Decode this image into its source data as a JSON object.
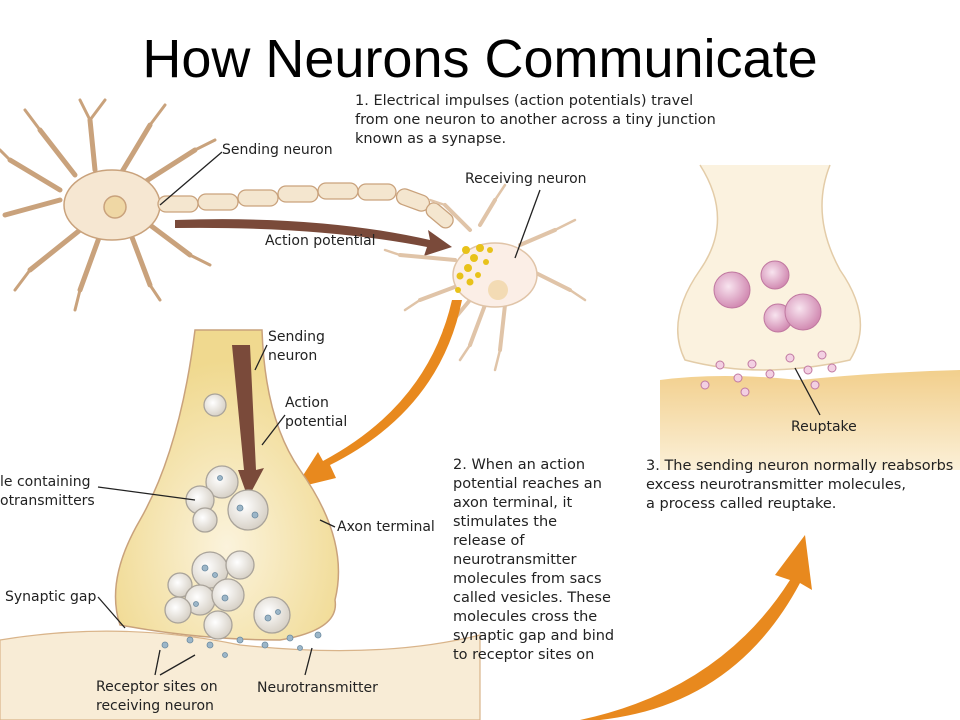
{
  "title": "How Neurons Communicate",
  "steps": {
    "step1": "1. Electrical impulses (action potentials) travel\nfrom one neuron to another across a tiny junction\nknown as a synapse.",
    "step2": "2. When an action\npotential reaches an\naxon terminal, it\nstimulates the\nrelease of\nneurotransmitter\nmolecules from sacs\ncalled vesicles. These\nmolecules cross the\nsynaptic gap and bind\nto receptor sites on",
    "step3": "3. The sending neuron normally reabsorbs\nexcess neurotransmitter molecules,\na process called reuptake."
  },
  "labels": {
    "sending_neuron_top": "Sending neuron",
    "receiving_neuron": "Receiving neuron",
    "action_potential_top": "Action potential",
    "sending_neuron_mid": "Sending\nneuron",
    "action_potential_mid": "Action\npotential",
    "vesicle": "le containing\notransmitters",
    "axon_terminal": "Axon terminal",
    "synaptic_gap": "Synaptic gap",
    "receptor_sites": "Receptor sites on\nreceiving neuron",
    "neurotransmitter": "Neurotransmitter",
    "reuptake": "Reuptake"
  },
  "colors": {
    "neuron_fill": "#f6e7d2",
    "neuron_stroke": "#c9a27c",
    "terminal_fill": "#f7ecc0",
    "arrow_orange": "#e8891e",
    "arrow_brown": "#7a4a3a",
    "vesicle_fill": "#e9c6dd",
    "receptor_yellow": "#e8c21a"
  }
}
